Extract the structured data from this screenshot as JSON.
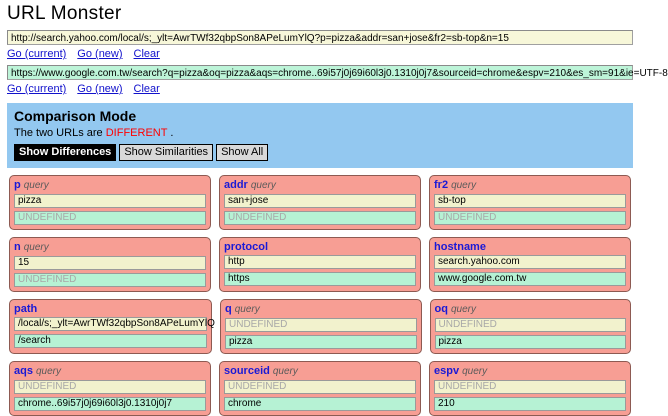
{
  "app": {
    "title": "URL Monster"
  },
  "urls": [
    {
      "id": "url-a",
      "value": "http://search.yahoo.com/local/s;_ylt=AwrTWf32qbpSon8APeLumYlQ?p=pizza&addr=san+jose&fr2=sb-top&n=15",
      "actions": [
        {
          "label": "Go (current)",
          "name": "go-current-link"
        },
        {
          "label": "Go (new)",
          "name": "go-new-link"
        },
        {
          "label": "Clear",
          "name": "clear-link"
        }
      ]
    },
    {
      "id": "url-b",
      "value": "https://www.google.com.tw/search?q=pizza&oq=pizza&aqs=chrome..69i57j0j69i60l3j0.1310j0j7&sourceid=chrome&espv=210&es_sm=91&ie=UTF-8",
      "actions": [
        {
          "label": "Go (current)",
          "name": "go-current-link"
        },
        {
          "label": "Go (new)",
          "name": "go-new-link"
        },
        {
          "label": "Clear",
          "name": "clear-link"
        }
      ]
    }
  ],
  "comparison": {
    "title": "Comparison Mode",
    "status_prefix": "The two URLs are",
    "status_value": "DIFFERENT",
    "status_suffix": ".",
    "status_color": "#ff0000",
    "buttons": [
      {
        "label": "Show Differences",
        "name": "show-differences-button",
        "active": true
      },
      {
        "label": "Show Similarities",
        "name": "show-similarities-button",
        "active": false
      },
      {
        "label": "Show All",
        "name": "show-all-button",
        "active": false
      }
    ]
  },
  "undefined_label": "UNDEFINED",
  "params": [
    [
      {
        "key": "p",
        "type": "query",
        "value_a": "pizza",
        "value_b": "UNDEFINED",
        "b_undefined": true
      },
      {
        "key": "addr",
        "type": "query",
        "value_a": "san+jose",
        "value_b": "UNDEFINED",
        "b_undefined": true
      },
      {
        "key": "fr2",
        "type": "query",
        "value_a": "sb-top",
        "value_b": "UNDEFINED",
        "b_undefined": true
      }
    ],
    [
      {
        "key": "n",
        "type": "query",
        "value_a": "15",
        "value_b": "UNDEFINED",
        "b_undefined": true
      },
      {
        "key": "protocol",
        "type": "",
        "value_a": "http",
        "value_b": "https",
        "b_undefined": false
      },
      {
        "key": "hostname",
        "type": "",
        "value_a": "search.yahoo.com",
        "value_b": "www.google.com.tw",
        "b_undefined": false
      }
    ],
    [
      {
        "key": "path",
        "type": "",
        "value_a": "/local/s;_ylt=AwrTWf32qbpSon8APeLumYlQ",
        "value_b": "/search",
        "b_undefined": false
      },
      {
        "key": "q",
        "type": "query",
        "value_a": "UNDEFINED",
        "value_b": "pizza",
        "a_undefined": true
      },
      {
        "key": "oq",
        "type": "query",
        "value_a": "UNDEFINED",
        "value_b": "pizza",
        "a_undefined": true
      }
    ],
    [
      {
        "key": "aqs",
        "type": "query",
        "value_a": "UNDEFINED",
        "value_b": "chrome..69i57j0j69i60l3j0.1310j0j7",
        "a_undefined": true
      },
      {
        "key": "sourceid",
        "type": "query",
        "value_a": "UNDEFINED",
        "value_b": "chrome",
        "a_undefined": true
      },
      {
        "key": "espv",
        "type": "query",
        "value_a": "UNDEFINED",
        "value_b": "210",
        "a_undefined": true
      }
    ]
  ],
  "colors": {
    "card_bg": "#f79e94",
    "value_a_bg": "#f2f2cd",
    "value_b_bg": "#b6f2d4",
    "panel_bg": "#93c8f0",
    "key_text": "#1a1ad6",
    "link": "#1111cc"
  }
}
